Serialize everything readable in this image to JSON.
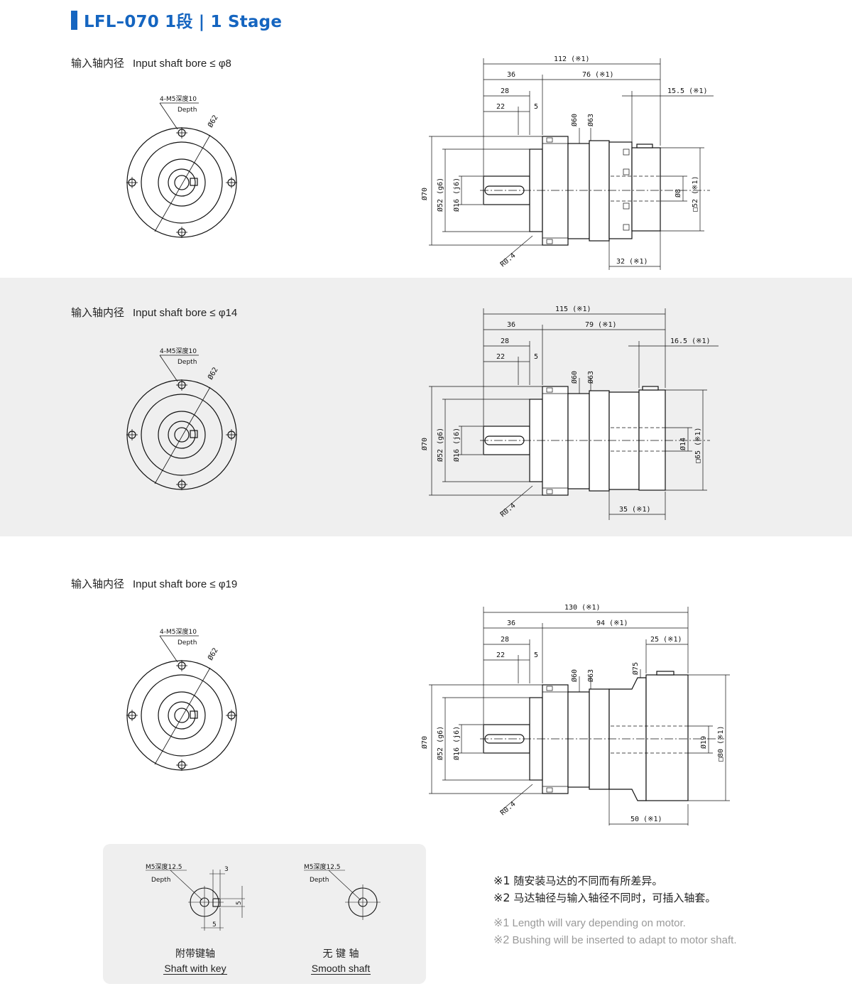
{
  "title": "LFL–070  1段  | 1 Stage",
  "sections": [
    {
      "label_cn": "输入轴内径",
      "label_en": "Input shaft bore  ≤ φ8",
      "front": {
        "hole": "4-M5深度10",
        "depth": "Depth",
        "dia": "Ø62"
      },
      "side": {
        "total": "112 (※1)",
        "d36": "36",
        "d_right": "76 (※1)",
        "d_flange": "15.5 (※1)",
        "d28": "28",
        "d22": "22",
        "d5": "5",
        "d60": "Ø60",
        "d63": "Ø63",
        "d70": "Ø70",
        "d52": "Ø52 (g6)",
        "d16": "Ø16 (j6)",
        "bore": "Ø8",
        "square": "□52 (※1)",
        "bottom": "32 (※1)",
        "r": "R0.4"
      }
    },
    {
      "label_cn": "输入轴内径",
      "label_en": "Input shaft bore  ≤ φ14",
      "front": {
        "hole": "4-M5深度10",
        "depth": "Depth",
        "dia": "Ø62"
      },
      "side": {
        "total": "115 (※1)",
        "d36": "36",
        "d_right": "79 (※1)",
        "d_flange": "16.5 (※1)",
        "d28": "28",
        "d22": "22",
        "d5": "5",
        "d60": "Ø60",
        "d63": "Ø63",
        "d70": "Ø70",
        "d52": "Ø52 (g6)",
        "d16": "Ø16 (j6)",
        "bore": "Ø14",
        "square": "□65 (※1)",
        "bottom": "35 (※1)",
        "r": "R0.4"
      }
    },
    {
      "label_cn": "输入轴内径",
      "label_en": "Input shaft bore  ≤ φ19",
      "front": {
        "hole": "4-M5深度10",
        "depth": "Depth",
        "dia": "Ø62"
      },
      "side": {
        "total": "130 (※1)",
        "d36": "36",
        "d_right": "94 (※1)",
        "d_flange": "25 (※1)",
        "d28": "28",
        "d22": "22",
        "d5": "5",
        "d60": "Ø60",
        "d63": "Ø63",
        "d75": "Ø75",
        "d70": "Ø70",
        "d52": "Ø52 (g6)",
        "d16": "Ø16 (j6)",
        "bore": "Ø19",
        "square": "□80 (※1)",
        "bottom": "50 (※1)",
        "r": "R0.4"
      }
    }
  ],
  "shaft_options": [
    {
      "hole": "M5深度12.5",
      "depth": "Depth",
      "d3": "3",
      "d5a": "5",
      "d5b": "5",
      "cn": "附带键轴",
      "en": "Shaft with key"
    },
    {
      "hole": "M5深度12.5",
      "depth": "Depth",
      "cn": "无 键 轴",
      "en": "Smooth shaft"
    }
  ],
  "notes": [
    {
      "mark": "※1",
      "text": "随安装马达的不同而有所差异。"
    },
    {
      "mark": "※2",
      "text": "马达轴径与输入轴径不同时，可插入轴套。"
    },
    {
      "mark": "※1",
      "text": "Length will vary depending on motor."
    },
    {
      "mark": "※2",
      "text": "Bushing will be inserted to adapt to motor shaft."
    }
  ],
  "colors": {
    "accent": "#1565c0",
    "band": "#efefef",
    "line": "#111111",
    "note_en": "#999999"
  }
}
